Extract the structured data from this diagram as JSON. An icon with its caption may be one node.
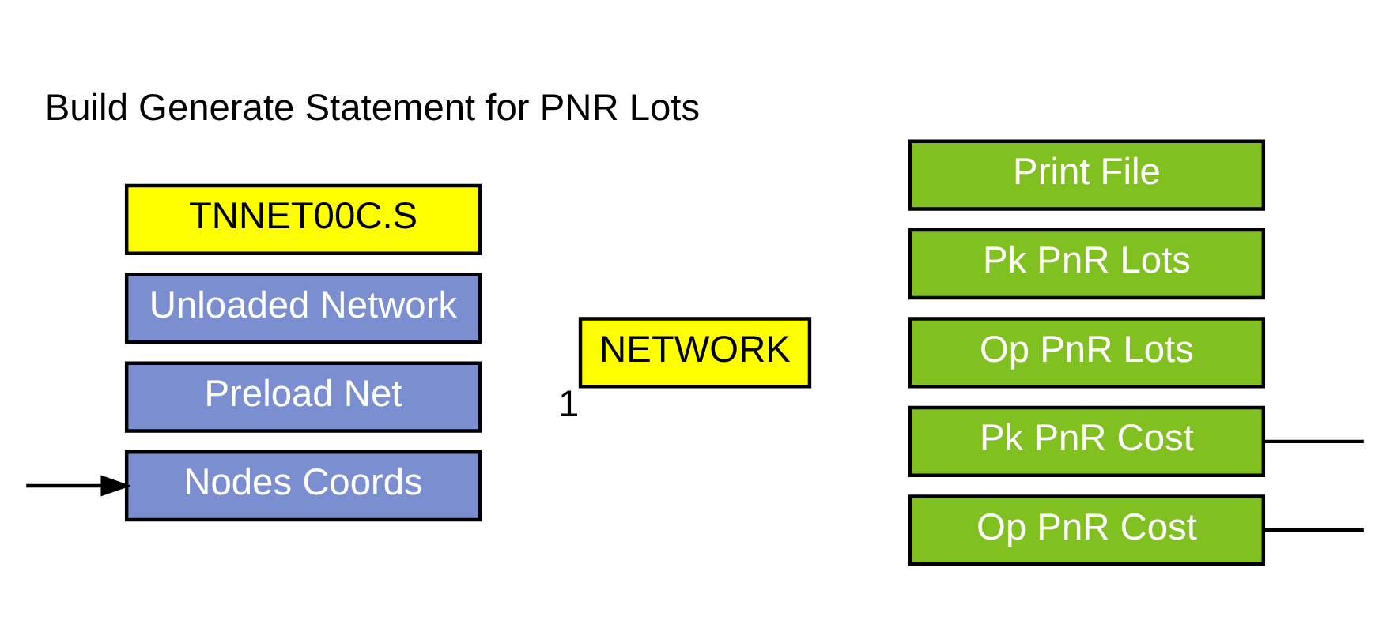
{
  "diagram": {
    "title": "Build Generate Statement for PNR Lots",
    "nodes": [
      {
        "text": [
          "TNNET00C.S"
        ]
      },
      {
        "text": [
          "Unloaded Network"
        ]
      },
      {
        "text": [
          "Preload Net"
        ]
      },
      {
        "text": [
          "Nodes Coords"
        ]
      },
      {
        "text": [
          "NETWORK"
        ],
        "beside": [
          "1"
        ]
      },
      {
        "text": [
          "Print File"
        ]
      },
      {
        "text": [
          "Pk PnR Lots"
        ]
      },
      {
        "text": [
          "Op PnR Lots"
        ]
      },
      {
        "text": [
          "Pk PnR Cost"
        ]
      },
      {
        "text": [
          "Op PnR Cost"
        ]
      }
    ],
    "edges": [
      {
        "from": null,
        "to": 3,
        "arrow": "to"
      },
      {
        "from": 8,
        "to": null,
        "arrow": "none"
      },
      {
        "from": 9,
        "to": null,
        "arrow": "none"
      }
    ]
  }
}
